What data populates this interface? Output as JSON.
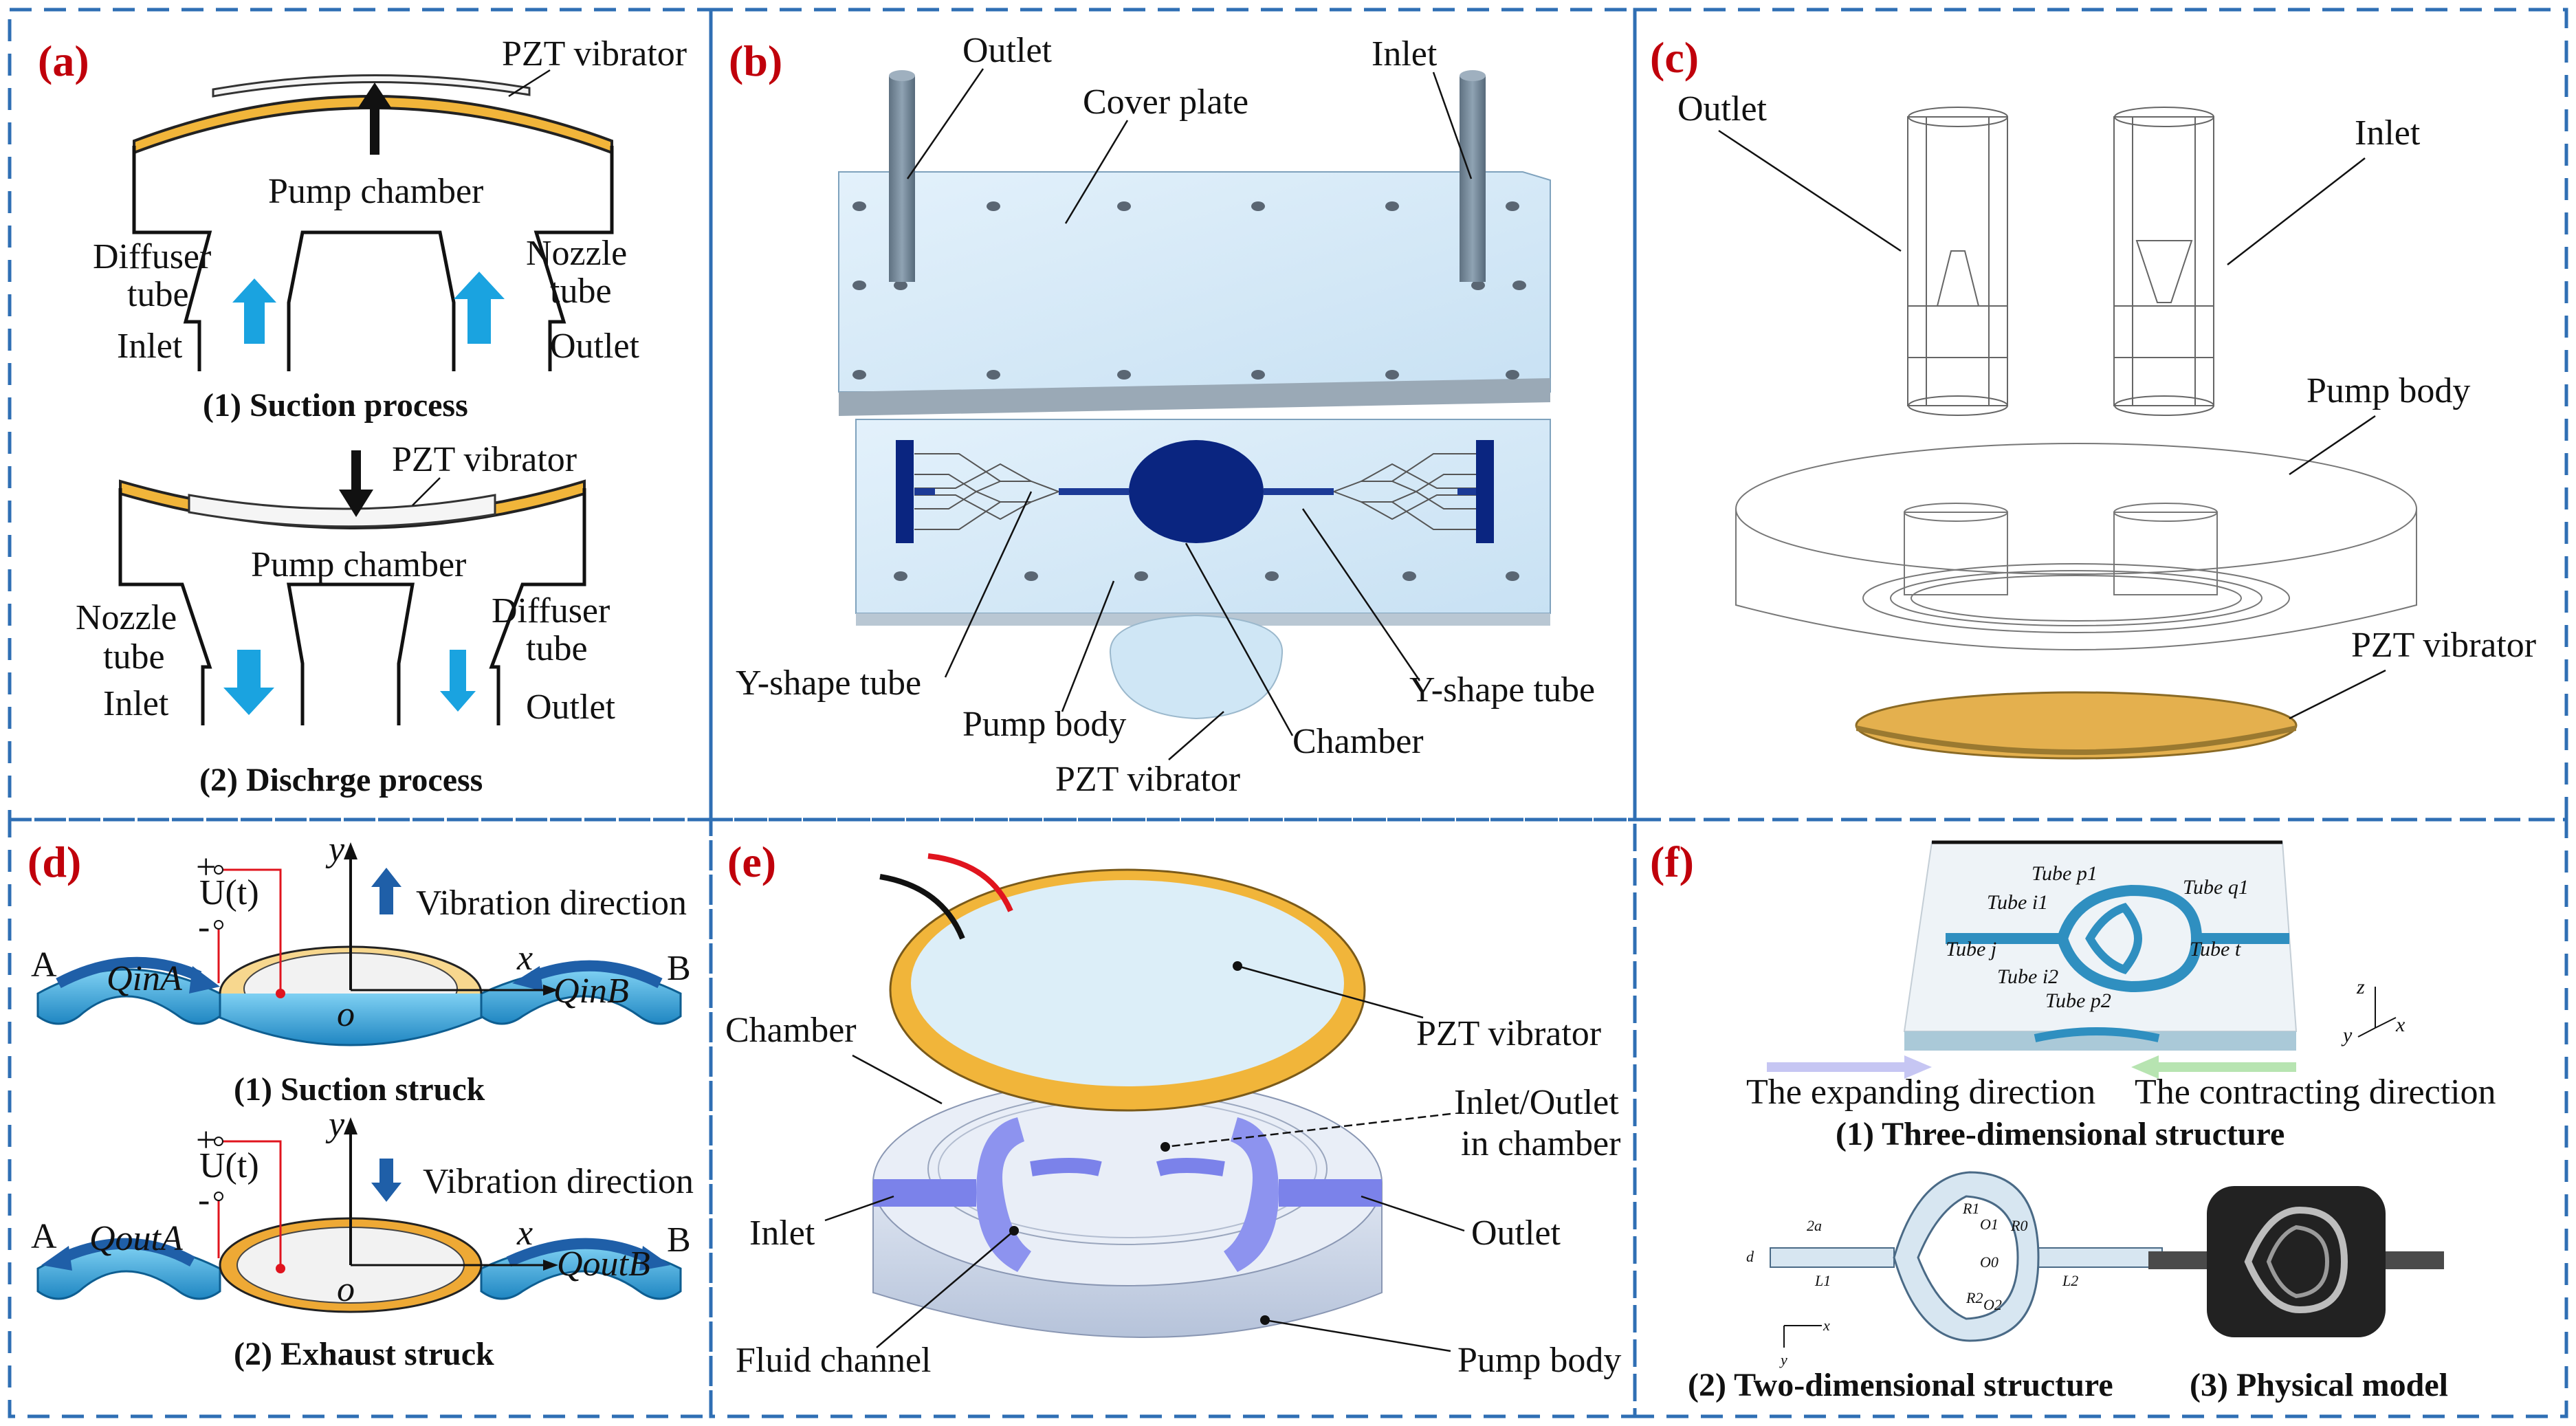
{
  "panels": {
    "a": {
      "label": "(a)",
      "suction": {
        "pzt": "PZT vibrator",
        "chamber": "Pump chamber",
        "diffuser_1": "Diffuser",
        "diffuser_2": "tube",
        "nozzle_1": "Nozzle",
        "nozzle_2": "tube",
        "inlet": "Inlet",
        "outlet": "Outlet",
        "caption": "(1) Suction process"
      },
      "discharge": {
        "pzt": "PZT vibrator",
        "chamber": "Pump chamber",
        "nozzle_1": "Nozzle",
        "nozzle_2": "tube",
        "diffuser_1": "Diffuser",
        "diffuser_2": "tube",
        "inlet": "Inlet",
        "outlet": "Outlet",
        "caption": "(2) Dischrge process"
      }
    },
    "b": {
      "label": "(b)",
      "outlet": "Outlet",
      "inlet": "Inlet",
      "cover_plate": "Cover plate",
      "y_tube_left": "Y-shape tube",
      "y_tube_right": "Y-shape tube",
      "pump_body": "Pump body",
      "chamber": "Chamber",
      "pzt": "PZT vibrator"
    },
    "c": {
      "label": "(c)",
      "outlet": "Outlet",
      "inlet": "Inlet",
      "pump_body": "Pump body",
      "pzt": "PZT vibrator"
    },
    "d": {
      "label": "(d)",
      "suction": {
        "y_axis": "y",
        "x_axis": "x",
        "origin": "o",
        "voltage": "U(t)",
        "plus": "+",
        "minus": "-",
        "vibration": "Vibration direction",
        "a": "A",
        "b": "B",
        "q_in_a": "QinA",
        "q_in_b": "QinB",
        "caption": "(1) Suction struck"
      },
      "exhaust": {
        "y_axis": "y",
        "x_axis": "x",
        "origin": "o",
        "voltage": "U(t)",
        "plus": "+",
        "minus": "-",
        "vibration": "Vibration direction",
        "a": "A",
        "b": "B",
        "q_out_a": "QoutA",
        "q_out_b": "QoutB",
        "caption": "(2) Exhaust struck"
      }
    },
    "e": {
      "label": "(e)",
      "pzt": "PZT vibrator",
      "chamber": "Chamber",
      "inlet_outlet_1": "Inlet/Outlet",
      "inlet_outlet_2": "in chamber",
      "inlet": "Inlet",
      "outlet": "Outlet",
      "fluid_channel": "Fluid channel",
      "pump_body": "Pump body"
    },
    "f": {
      "label": "(f)",
      "tubes": {
        "p1": "Tube p1",
        "i1": "Tube i1",
        "q1": "Tube q1",
        "j": "Tube j",
        "t": "Tube t",
        "i2": "Tube i2",
        "p2": "Tube p2"
      },
      "axes": {
        "z": "z",
        "y": "y",
        "x": "x"
      },
      "expanding": "The expanding direction",
      "contracting": "The contracting direction",
      "caption_3d": "(1) Three-dimensional structure",
      "dims": {
        "two_a": "2a",
        "d": "d",
        "l1": "L1",
        "l2": "L2",
        "r1": "R1",
        "o1": "O1",
        "r0": "R0",
        "o0": "O0",
        "r2": "R2",
        "o2": "O2",
        "x": "x",
        "y": "y"
      },
      "caption_2d": "(2) Two-dimensional structure",
      "caption_phys": "(3) Physical model"
    }
  },
  "colors": {
    "frame_dash": "#2f6fb4",
    "panel_label": "#c0000b",
    "pzt_gold": "#f1b53a",
    "arrow_cyan": "#1aa3e0",
    "arrow_blue": "#1f5fa8",
    "plate_blue": "#d3e8f6",
    "chamber_navy": "#0a2580",
    "tube_cyan": "#3aa5d6",
    "channel_purple": "#7b82ea",
    "wire_red": "#e0141e"
  }
}
